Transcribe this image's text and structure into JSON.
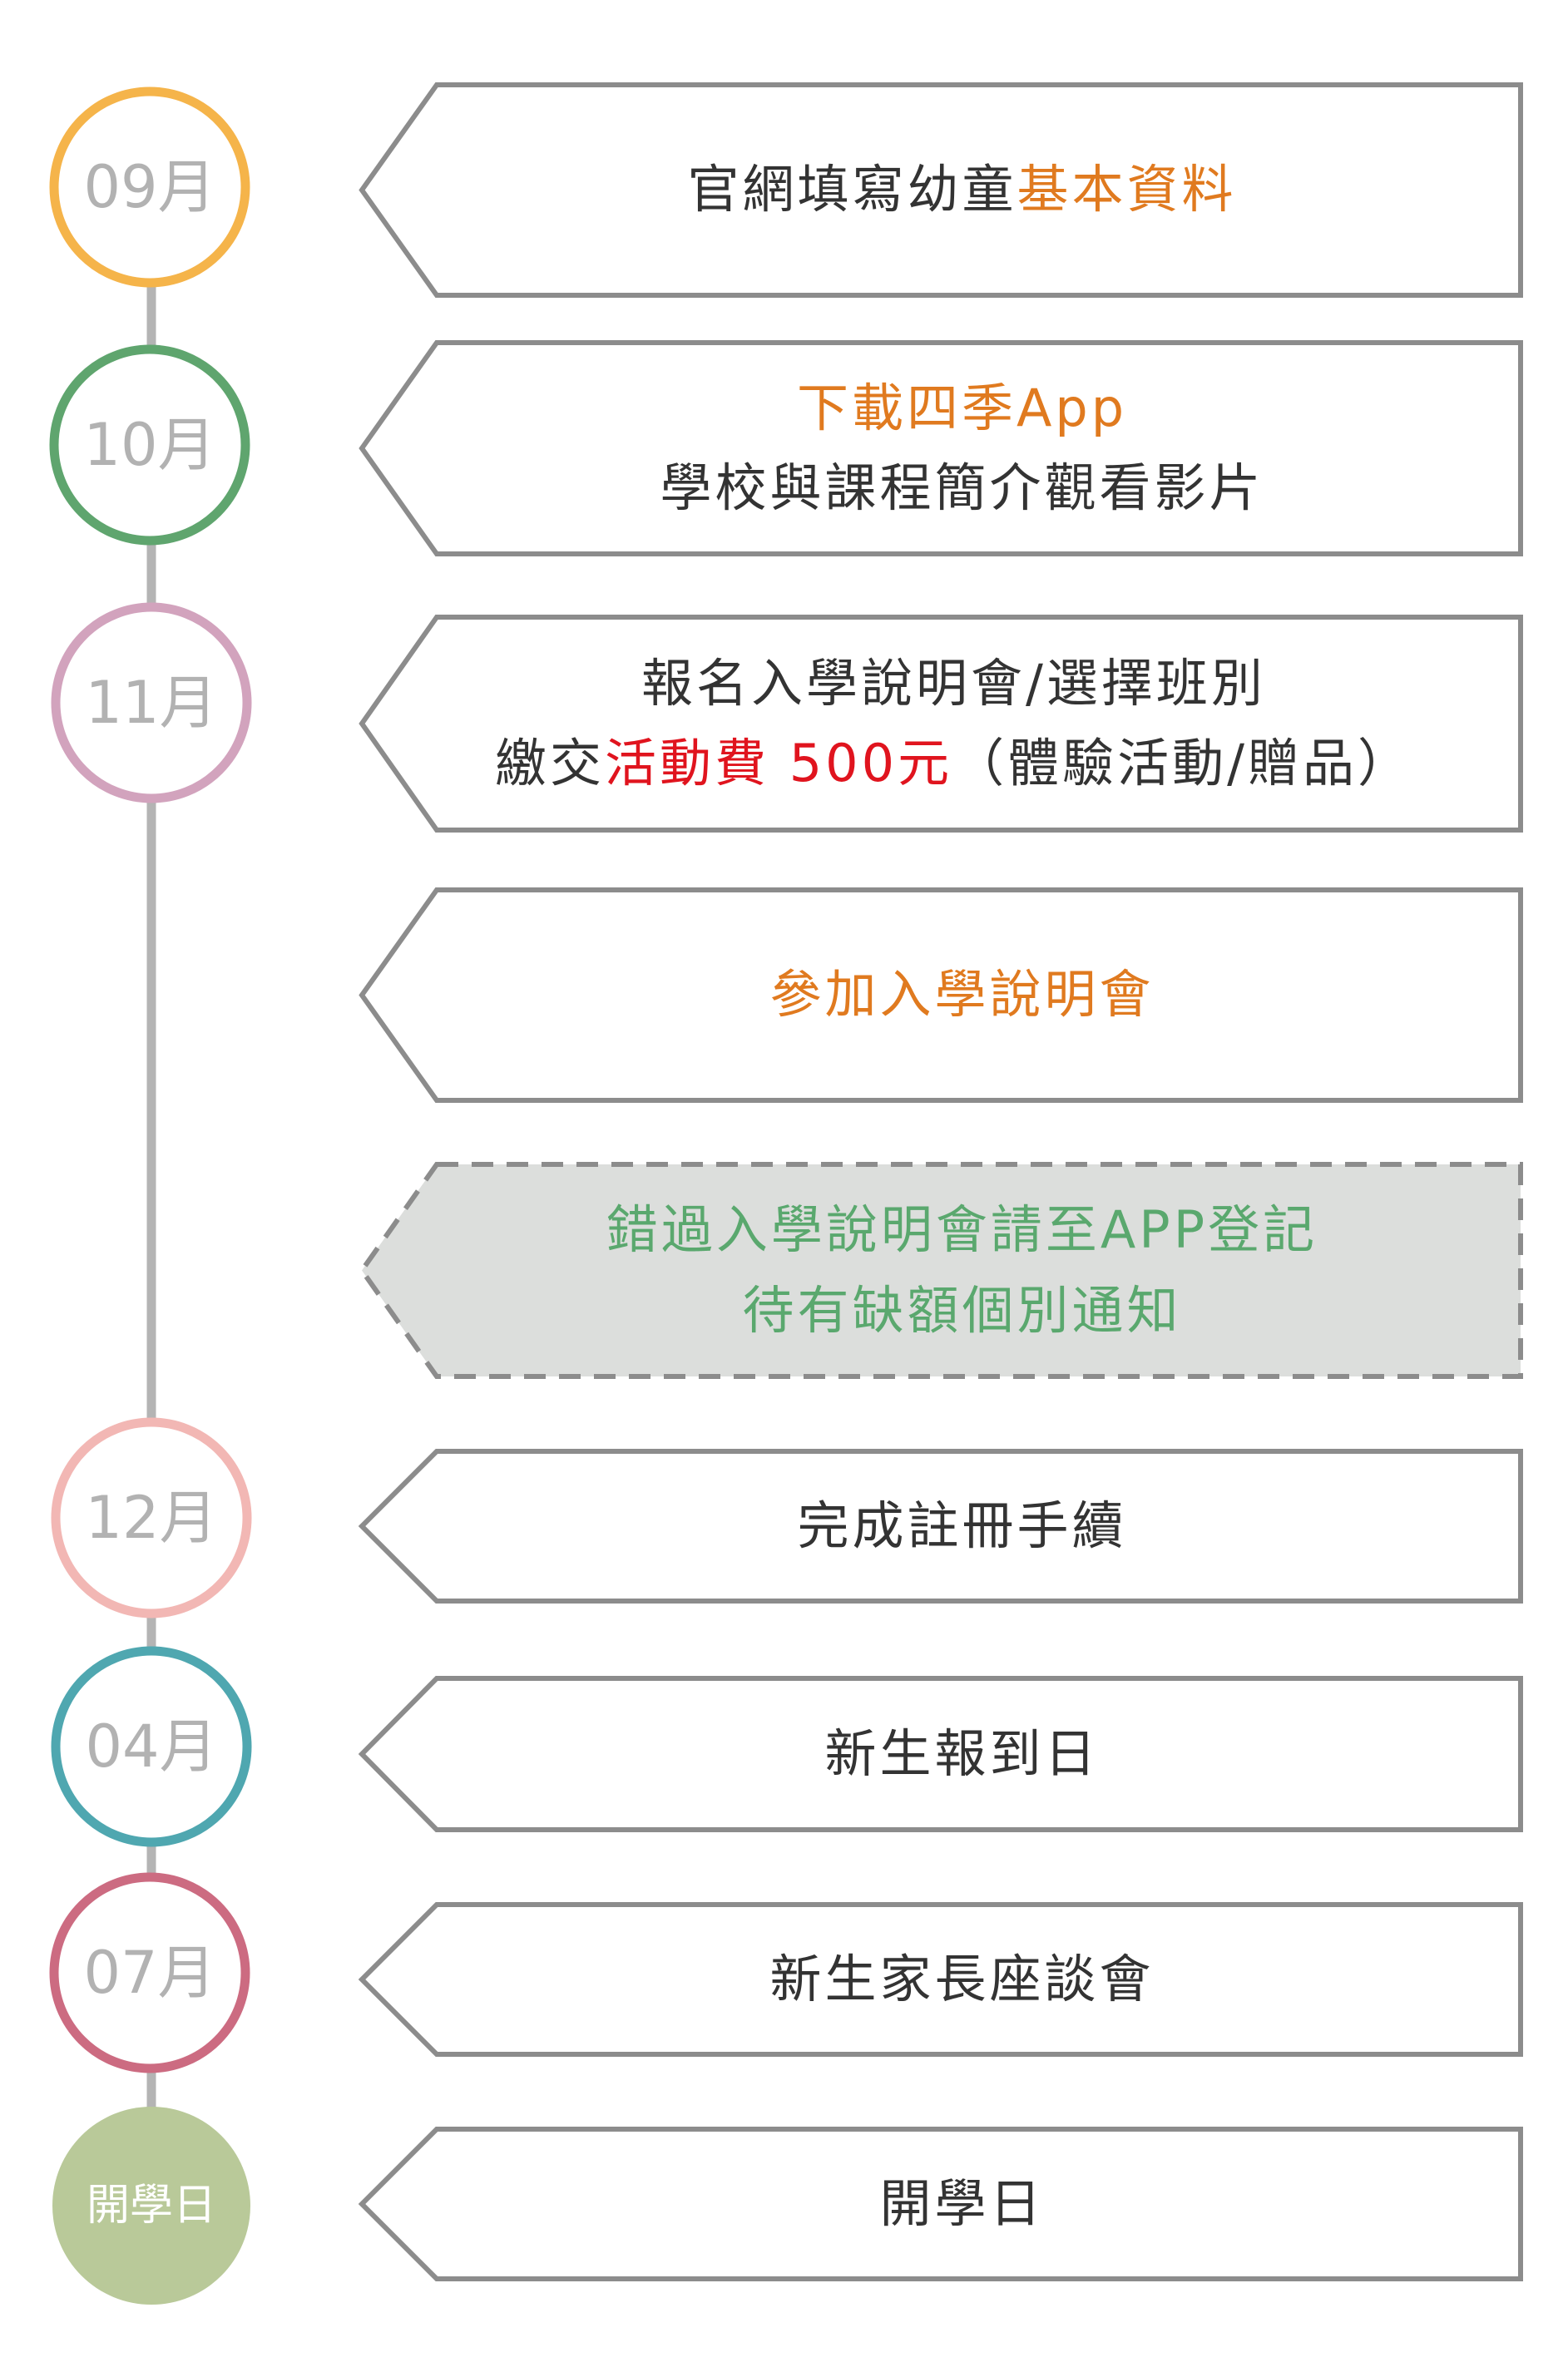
{
  "colors": {
    "arrow_stroke": "#8c8c8c",
    "spine": "#b4b4b4",
    "dashed_fill": "#dcdedc",
    "text_dark": "#333333",
    "orange": "#e07a1f",
    "red": "#e0141e",
    "green": "#5aa86e"
  },
  "months": [
    {
      "label": "09月",
      "color": "#f5b44a"
    },
    {
      "label": "10月",
      "color": "#5fa56e"
    },
    {
      "label": "11月",
      "color": "#d2a3bd"
    },
    {
      "label": "12月",
      "color": "#f2b7b4"
    },
    {
      "label": "04月",
      "color": "#4fa7b0"
    },
    {
      "label": "07月",
      "color": "#cc6b81"
    },
    {
      "label": "開學日",
      "color": "#b9c999",
      "filled": true
    }
  ],
  "steps": [
    {
      "dashed": false,
      "lines": [
        [
          {
            "t": "官網填寫幼童",
            "c": "dark"
          },
          {
            "t": "基本資料",
            "c": "orange"
          }
        ]
      ]
    },
    {
      "dashed": false,
      "lines": [
        [
          {
            "t": "下載四季App",
            "c": "orange"
          }
        ],
        [
          {
            "t": "學校與課程簡介觀看影片",
            "c": "dark"
          }
        ]
      ]
    },
    {
      "dashed": false,
      "lines": [
        [
          {
            "t": "報名入學說明會/選擇班別",
            "c": "dark"
          }
        ],
        [
          {
            "t": "繳交",
            "c": "dark"
          },
          {
            "t": "活動費 500元",
            "c": "red"
          },
          {
            "t": "（體驗活動/贈品）",
            "c": "dark"
          }
        ]
      ]
    },
    {
      "dashed": false,
      "lines": [
        [
          {
            "t": "參加入學說明會",
            "c": "orange"
          }
        ]
      ]
    },
    {
      "dashed": true,
      "lines": [
        [
          {
            "t": "錯過入學說明會請至APP登記",
            "c": "green"
          }
        ],
        [
          {
            "t": "待有缺額個別通知",
            "c": "green"
          }
        ]
      ]
    },
    {
      "dashed": false,
      "lines": [
        [
          {
            "t": "完成註冊手續",
            "c": "dark"
          }
        ]
      ]
    },
    {
      "dashed": false,
      "lines": [
        [
          {
            "t": "新生報到日",
            "c": "dark"
          }
        ]
      ]
    },
    {
      "dashed": false,
      "lines": [
        [
          {
            "t": "新生家長座談會",
            "c": "dark"
          }
        ]
      ]
    },
    {
      "dashed": false,
      "lines": [
        [
          {
            "t": "開學日",
            "c": "dark"
          }
        ]
      ]
    }
  ]
}
